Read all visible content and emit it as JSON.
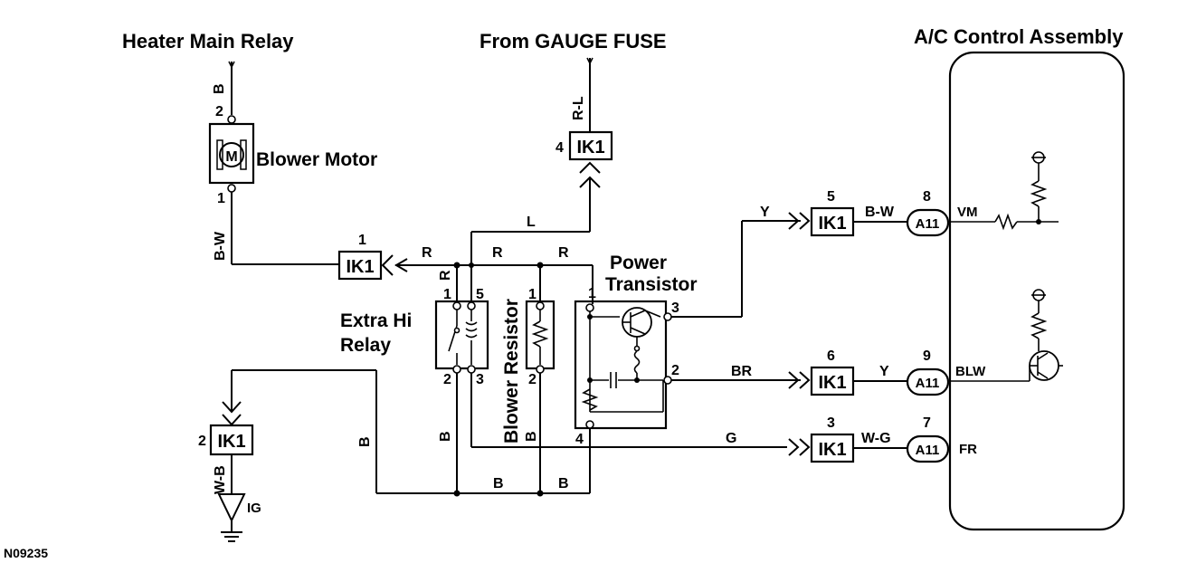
{
  "sources": {
    "heater_main_relay": "Heater Main Relay",
    "gauge_fuse": "From GAUGE FUSE",
    "ac_control_assembly": "A/C Control Assembly"
  },
  "components": {
    "blower_motor": "Blower Motor",
    "motor_symbol": "M",
    "extra_hi_relay_line1": "Extra Hi",
    "extra_hi_relay_line2": "Relay",
    "blower_resistor": "Blower Resistor",
    "power_transistor_line1": "Power",
    "power_transistor_line2": "Transistor",
    "ground_label": "IG"
  },
  "connectors": {
    "ik1": "IK1",
    "a11": "A11"
  },
  "pins": {
    "motor_top": "2",
    "motor_bottom": "1",
    "gauge_ik1": "4",
    "motor_ik1": "1",
    "ground_ik1": "2",
    "relay_p1": "1",
    "relay_p5": "5",
    "relay_p2": "2",
    "relay_p3": "3",
    "res_p1": "1",
    "res_p2": "2",
    "pt_p1": "1",
    "pt_p3": "3",
    "pt_p2": "2",
    "pt_p4": "4",
    "vm_ik1": "5",
    "blw_ik1": "6",
    "fr_ik1": "3",
    "vm_a11": "8",
    "blw_a11": "9",
    "fr_a11": "7"
  },
  "wires": {
    "motor_top": "B",
    "gauge": "R-L",
    "motor_bottom": "B-W",
    "l_wire": "L",
    "r1": "R",
    "r2": "R",
    "r3": "R",
    "r_vert": "R",
    "y_top": "Y",
    "vm_wire": "B-W",
    "br_wire": "BR",
    "blw_wire": "Y",
    "g_wire": "G",
    "fr_wire": "W-G",
    "ground_b": "B",
    "relay_b": "B",
    "res_b": "B",
    "bottom_b1": "B",
    "bottom_b2": "B",
    "ground_wb": "W-B"
  },
  "ac_terminals": {
    "vm": "VM",
    "blw": "BLW",
    "fr": "FR"
  },
  "diagram_code": "N09235"
}
